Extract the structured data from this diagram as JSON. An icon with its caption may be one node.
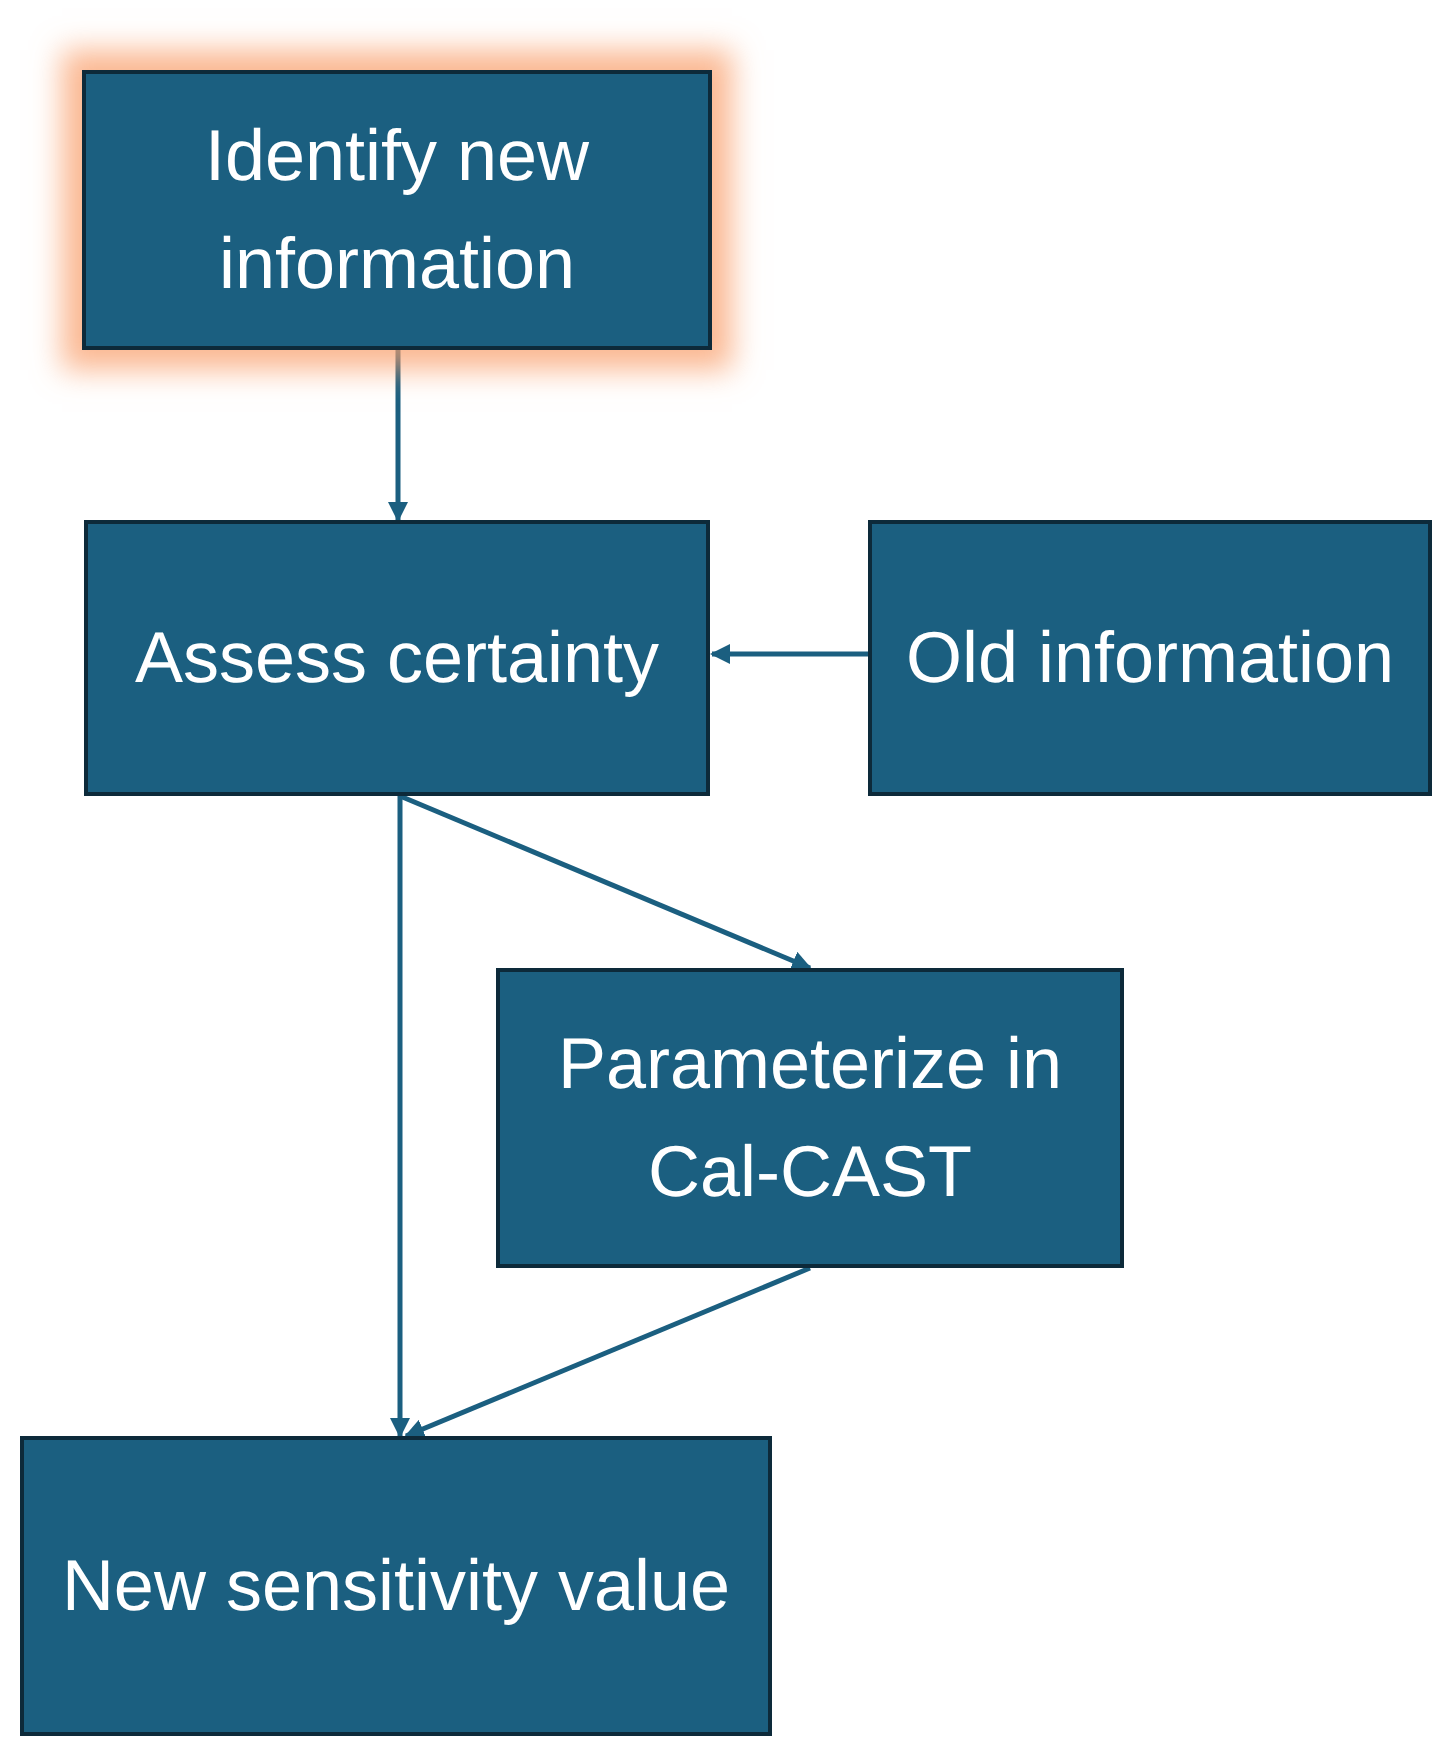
{
  "diagram": {
    "nodes": [
      {
        "text": [
          "Identify new information"
        ]
      },
      {
        "text": [
          "Assess certainty"
        ]
      },
      {
        "text": [
          "Old information"
        ]
      },
      {
        "text": [
          "Parameterize in Cal-CAST"
        ]
      },
      {
        "text": [
          "New sensitivity value"
        ]
      }
    ],
    "edges": [
      {
        "from": 0,
        "to": 1,
        "arrow": "to"
      },
      {
        "from": 2,
        "to": 1,
        "arrow": "to"
      },
      {
        "from": 1,
        "to": 3,
        "arrow": "to"
      },
      {
        "from": 1,
        "to": 4,
        "arrow": "to"
      },
      {
        "from": 3,
        "to": 4,
        "arrow": "to"
      }
    ]
  }
}
